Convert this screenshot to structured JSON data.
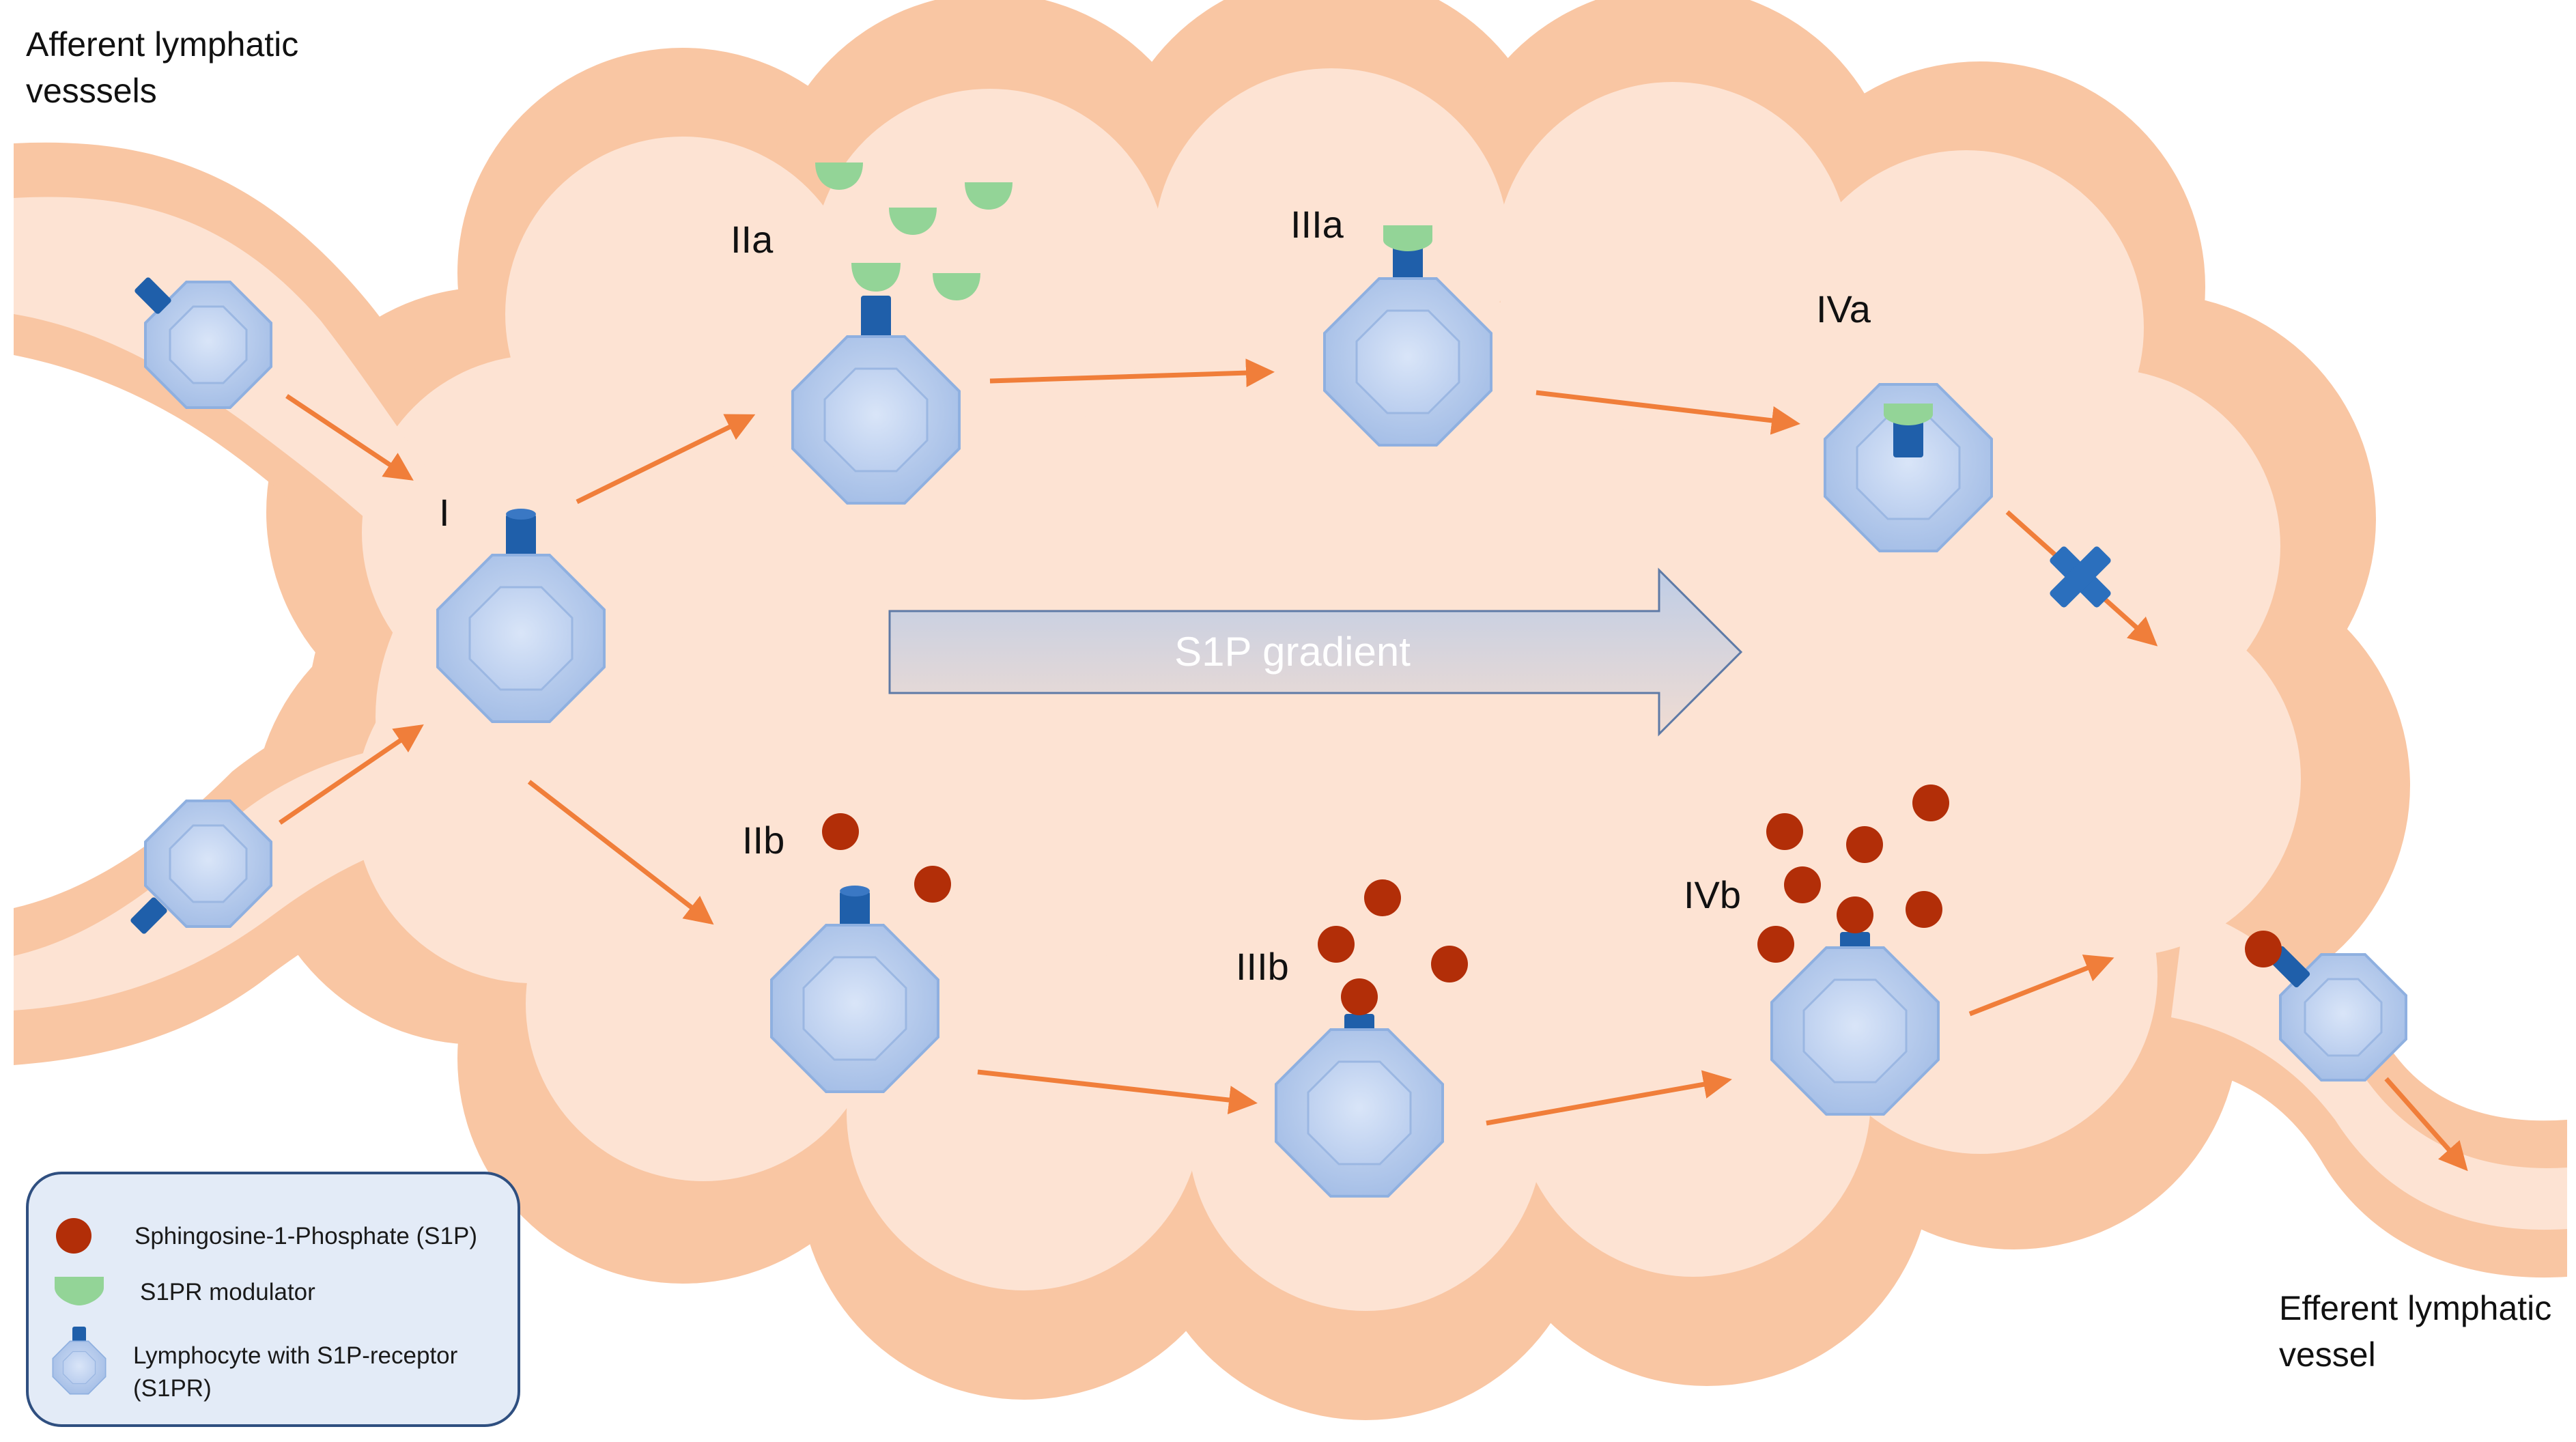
{
  "labels": {
    "afferent": [
      "Afferent lymphatic",
      "vesssels"
    ],
    "efferent": [
      "Efferent lymphatic",
      "vessel"
    ],
    "gradient": "S1P gradient"
  },
  "stages": {
    "I": "I",
    "IIa": "IIa",
    "IIIa": "IIIa",
    "IVa": "IVa",
    "IIb": "IIb",
    "IIIb": "IIIb",
    "IVb": "IVb"
  },
  "legend": {
    "s1p": "Sphingosine-1-Phosphate  (S1P)",
    "modulator": "S1PR modulator",
    "lymphocyte": [
      "Lymphocyte with S1P-receptor",
      "(S1PR)"
    ]
  },
  "colors": {
    "node_outer": "#f9c6a3",
    "node_inner": "#fde3d3",
    "arrow": "#f07e3a",
    "s1p": "#b22e08",
    "modulator": "#93d497",
    "receptor": "#1f5faa",
    "cell_body": "#a9c3ea",
    "gradient_arrow": "#c9d4e8",
    "block": "#2b6fbd"
  },
  "icons": {
    "blocked_exit": "cross-icon"
  }
}
